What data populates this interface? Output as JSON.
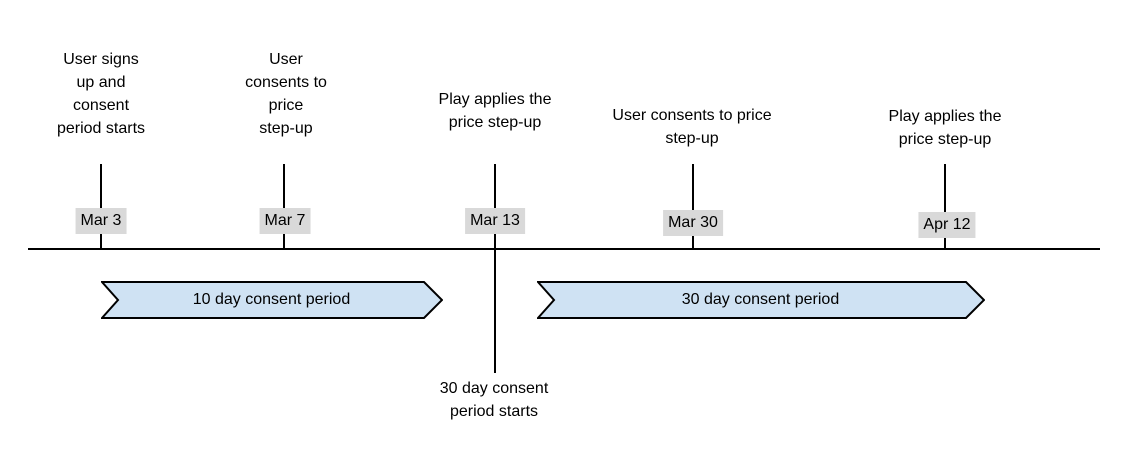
{
  "events": [
    {
      "date": "Mar 3",
      "label": "User signs\nup and\nconsent\nperiod starts"
    },
    {
      "date": "Mar 7",
      "label": "User\nconsents to\nprice\nstep-up"
    },
    {
      "date": "Mar 13",
      "label": "Play applies the\nprice step-up"
    },
    {
      "date": "Mar 30",
      "label": "User consents to price\nstep-up"
    },
    {
      "date": "Apr 12",
      "label": "Play applies the\nprice step-up"
    }
  ],
  "periods": [
    {
      "label": "10 day consent period"
    },
    {
      "label": "30 day consent period"
    }
  ],
  "footnote": {
    "label": "30 day consent\nperiod starts"
  },
  "colors": {
    "period_fill": "#cfe2f3",
    "period_border": "#000000",
    "date_badge_bg": "#d9d9d9",
    "line": "#000000"
  }
}
